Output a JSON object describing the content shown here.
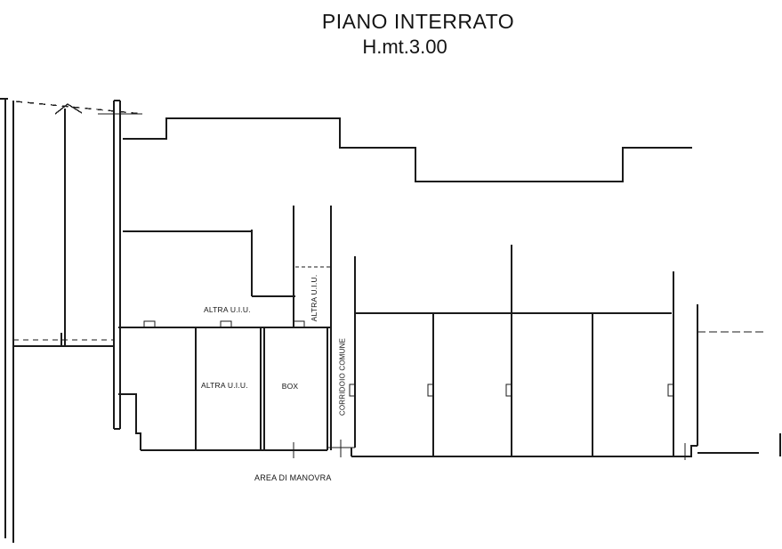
{
  "title": {
    "line1": "PIANO INTERRATO",
    "line2": "H.mt.3.00"
  },
  "labels": {
    "altra_uiu_upper": "ALTRA U.I.U.",
    "altra_uiu_vertical": "ALTRA U.I.U.",
    "corridoio_comune": "CORRIDOIO COMUNE",
    "altra_uiu_lower": "ALTRA U.I.U.",
    "box": "BOX",
    "area_di_manovra": "AREA DI MANOVRA"
  },
  "colors": {
    "line": "#1a1a1a",
    "background": "#ffffff",
    "text": "#141414"
  }
}
